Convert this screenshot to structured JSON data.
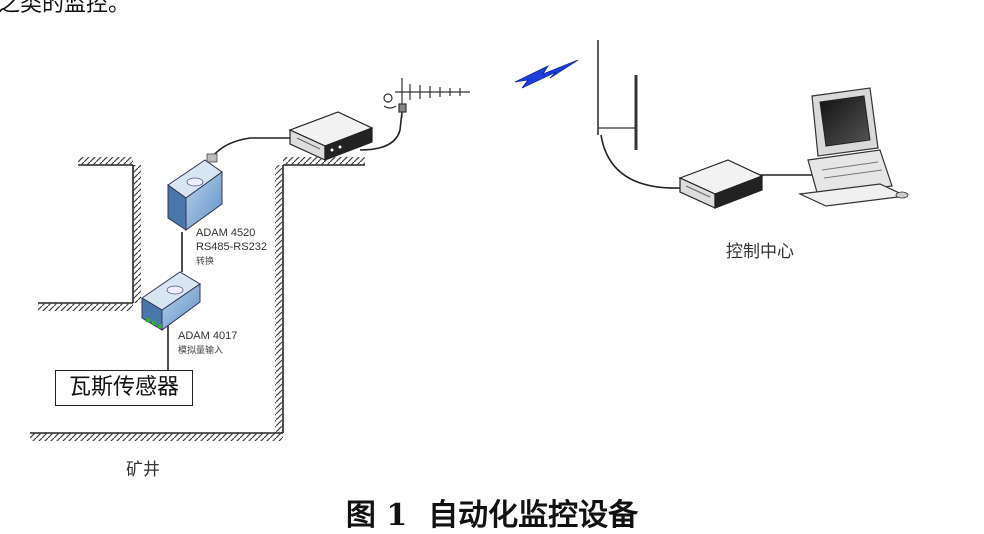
{
  "top_fragment": "之类的监控。",
  "labels": {
    "adam4520_line1": "ADAM 4520",
    "adam4520_line2": "RS485-RS232",
    "adam4520_line3": "转换",
    "adam4017_line1": "ADAM 4017",
    "adam4017_line2": "模拟量输入",
    "gas_sensor": "瓦斯传感器",
    "mine_shaft": "矿井",
    "control_center": "控制中心"
  },
  "caption": "图 1  自动化监控设备"
}
